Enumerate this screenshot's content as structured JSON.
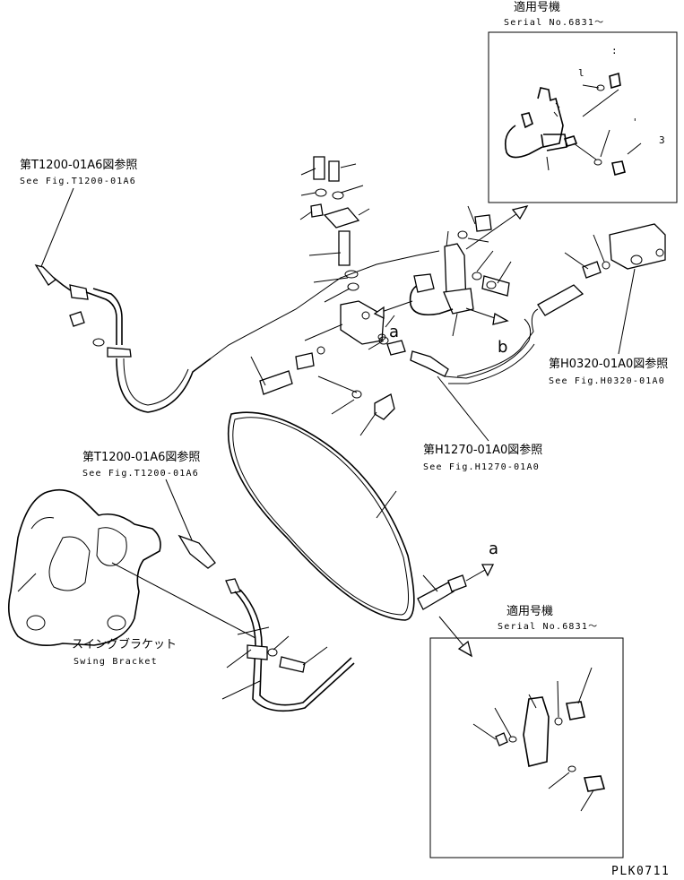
{
  "inset_top": {
    "title_jp": "適用号機",
    "serial": "Serial No.6831〜",
    "callouts": [
      ":",
      "l",
      "'",
      "3"
    ]
  },
  "inset_bottom": {
    "title_jp": "適用号機",
    "serial": "Serial No.6831〜"
  },
  "refs": [
    {
      "id": "ref-t1200-top",
      "jp": "第T1200-01A6図参照",
      "en": "See Fig.T1200-01A6"
    },
    {
      "id": "ref-t1200-mid",
      "jp": "第T1200-01A6図参照",
      "en": "See Fig.T1200-01A6"
    },
    {
      "id": "ref-h0320",
      "jp": "第H0320-01A0図参照",
      "en": "See Fig.H0320-01A0"
    },
    {
      "id": "ref-h1270",
      "jp": "第H1270-01A0図参照",
      "en": "See Fig.H1270-01A0"
    }
  ],
  "swing_bracket": {
    "jp": "スイングブラケット",
    "en": "Swing Bracket"
  },
  "markers": {
    "a": "a",
    "b": "b"
  },
  "page_code": "PLK0711"
}
